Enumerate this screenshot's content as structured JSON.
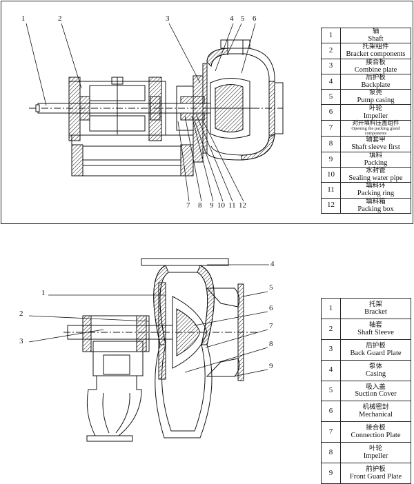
{
  "diagram1": {
    "callouts": [
      "1",
      "2",
      "3",
      "4",
      "5",
      "6",
      "7",
      "8",
      "9",
      "10",
      "11",
      "12"
    ],
    "legend": [
      {
        "num": "1",
        "zh": "轴",
        "en": "Shaft"
      },
      {
        "num": "2",
        "zh": "托架组件",
        "en": "Bracket components"
      },
      {
        "num": "3",
        "zh": "接合板",
        "en": "Combine plate"
      },
      {
        "num": "4",
        "zh": "后护板",
        "en": "Backplate"
      },
      {
        "num": "5",
        "zh": "泵壳",
        "en": "Pump casing"
      },
      {
        "num": "6",
        "zh": "叶轮",
        "en": "Impeller"
      },
      {
        "num": "7",
        "zh": "对开填料压盖组件",
        "en": "Opening the packing gland components"
      },
      {
        "num": "8",
        "zh": "轴套甲",
        "en": "Shaft sleeve first"
      },
      {
        "num": "9",
        "zh": "填料",
        "en": "Packing"
      },
      {
        "num": "10",
        "zh": "水封管",
        "en": "Sealing water pipe"
      },
      {
        "num": "11",
        "zh": "填料环",
        "en": "Packing ring"
      },
      {
        "num": "12",
        "zh": "填料箱",
        "en": "Packing box"
      }
    ]
  },
  "diagram2": {
    "callouts": [
      "1",
      "2",
      "3",
      "4",
      "5",
      "6",
      "7",
      "8",
      "9"
    ],
    "legend": [
      {
        "num": "1",
        "zh": "托架",
        "en": "Bracket"
      },
      {
        "num": "2",
        "zh": "轴套",
        "en": "Shaft  Sleeve"
      },
      {
        "num": "3",
        "zh": "后护板",
        "en": "Back Guard Plate"
      },
      {
        "num": "4",
        "zh": "泵体",
        "en": "Casing"
      },
      {
        "num": "5",
        "zh": "吸入盖",
        "en": "Suction Cover"
      },
      {
        "num": "6",
        "zh": "机械密封",
        "en": "Mechanical"
      },
      {
        "num": "7",
        "zh": "接合板",
        "en": "Connection Plate"
      },
      {
        "num": "8",
        "zh": "叶轮",
        "en": "Impeller"
      },
      {
        "num": "9",
        "zh": "前护板",
        "en": "Front Guard Plate"
      }
    ]
  }
}
